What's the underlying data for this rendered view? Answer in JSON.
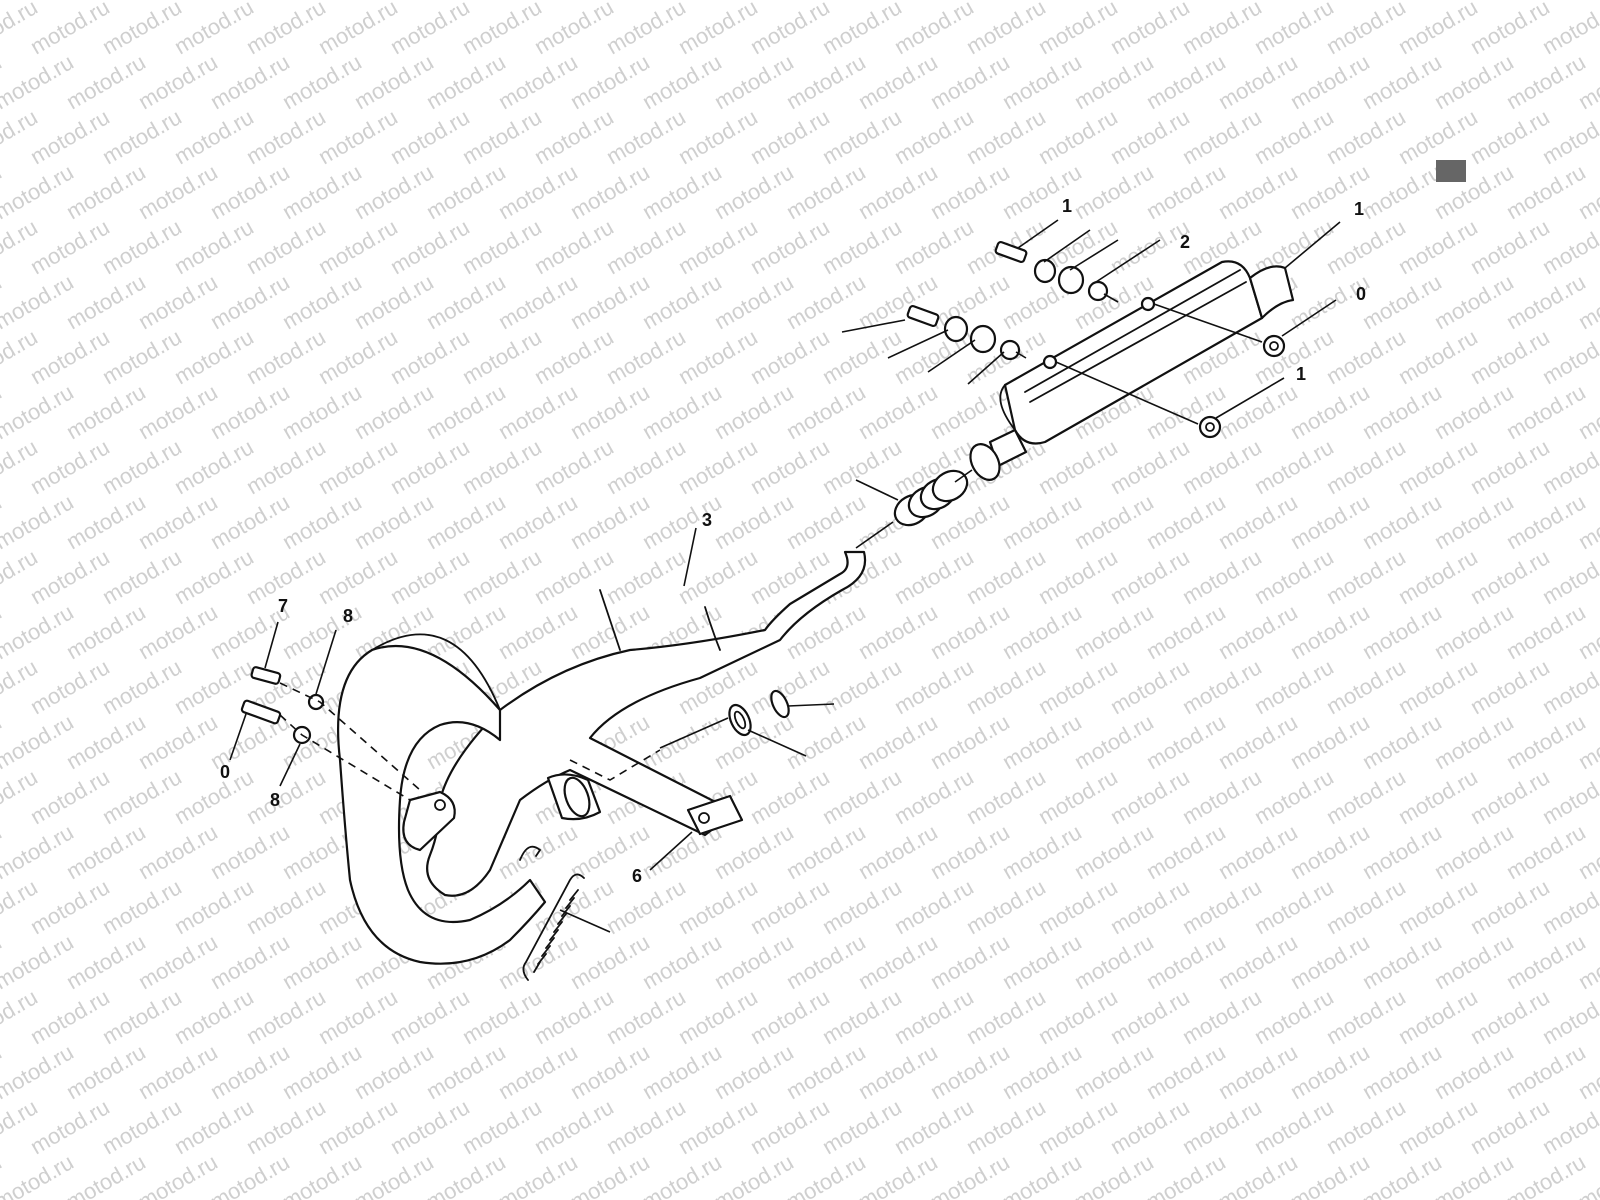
{
  "watermark": {
    "text": "motod.ru"
  },
  "callouts": {
    "c1": "1",
    "c2": "2",
    "c3": "1",
    "c4": "0",
    "c5": "1",
    "c6": "3",
    "c7": "7",
    "c8": "8",
    "c9": "0",
    "c10": "8",
    "c11": "6"
  },
  "colors": {
    "line": "#111111",
    "watermark": "#cfcfcf",
    "marker": "#666666"
  }
}
